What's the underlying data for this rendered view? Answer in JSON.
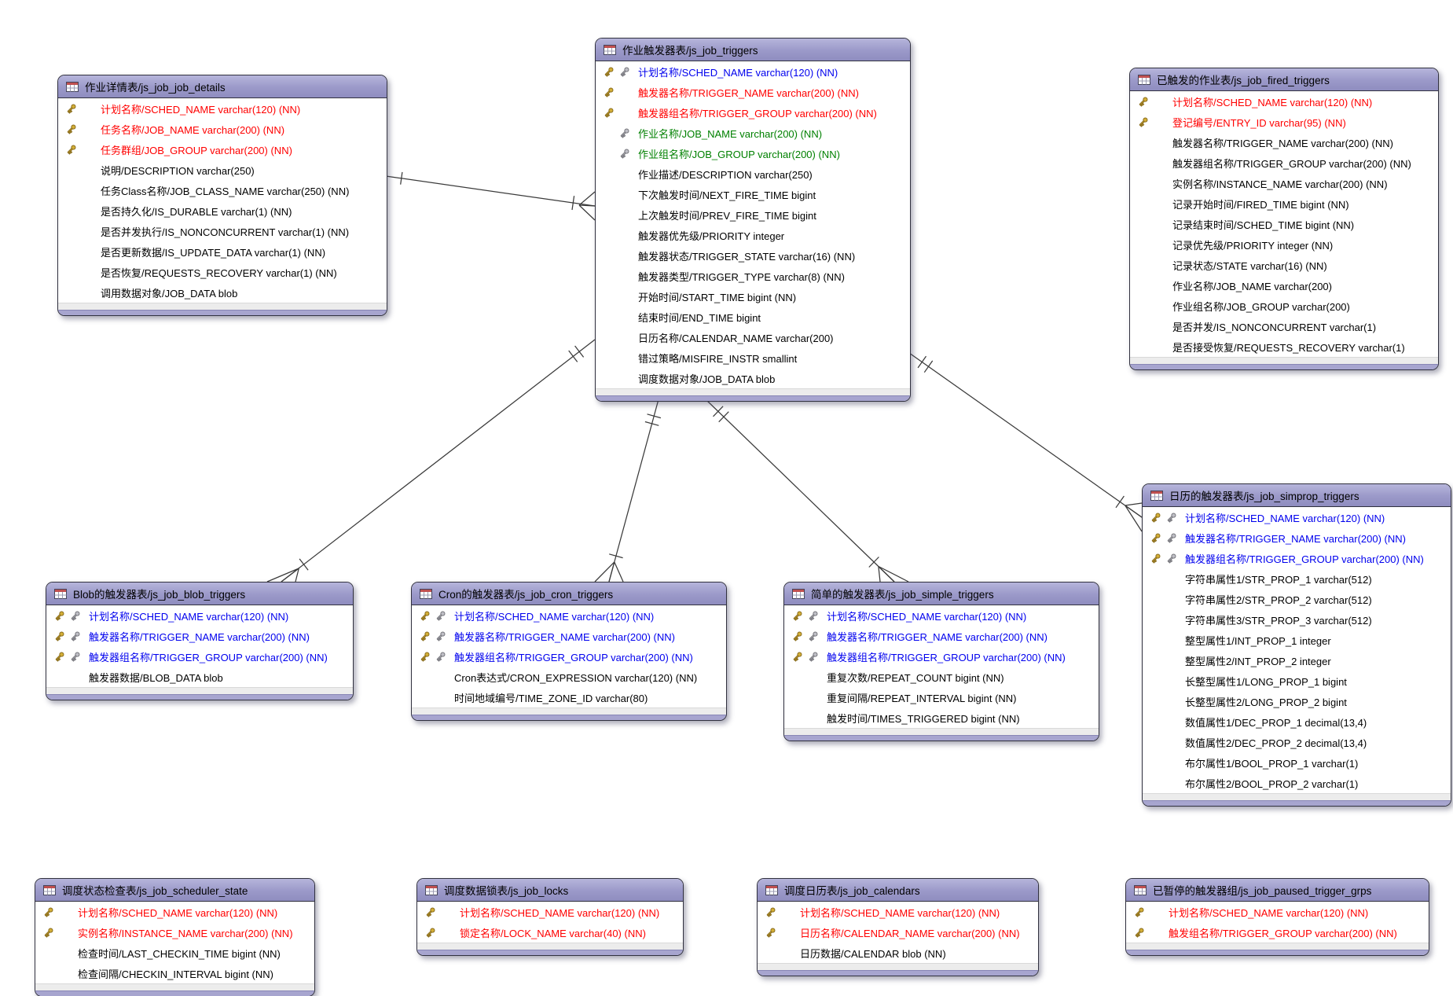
{
  "diagram": {
    "colors": {
      "primary_key_text": "#ff0000",
      "primary_foreign_key_text": "#0000ee",
      "foreign_key_text": "#008000",
      "regular_text": "#000000",
      "header_background": "#9b99c9",
      "header_highlight": "#b6b5db",
      "header_shadow": "#8f8dbf",
      "footer_strip": "#a7a5cf",
      "gold_key": "#d4af37",
      "silver_key": "#bfbfc6"
    },
    "tables": [
      {
        "id": "job_details",
        "title": "作业详情表/js_job_job_details",
        "fields": [
          {
            "text": "计划名称/SCHED_NAME varchar(120) (NN)",
            "color": "pk",
            "keys": [
              "pk"
            ]
          },
          {
            "text": "任务名称/JOB_NAME varchar(200) (NN)",
            "color": "pk",
            "keys": [
              "pk"
            ]
          },
          {
            "text": "任务群组/JOB_GROUP varchar(200) (NN)",
            "color": "pk",
            "keys": [
              "pk"
            ]
          },
          {
            "text": "说明/DESCRIPTION varchar(250)",
            "color": "none",
            "keys": []
          },
          {
            "text": "任务Class名称/JOB_CLASS_NAME varchar(250) (NN)",
            "color": "none",
            "keys": []
          },
          {
            "text": "是否持久化/IS_DURABLE varchar(1) (NN)",
            "color": "none",
            "keys": []
          },
          {
            "text": "是否并发执行/IS_NONCONCURRENT varchar(1) (NN)",
            "color": "none",
            "keys": []
          },
          {
            "text": "是否更新数据/IS_UPDATE_DATA varchar(1) (NN)",
            "color": "none",
            "keys": []
          },
          {
            "text": "是否恢复/REQUESTS_RECOVERY varchar(1) (NN)",
            "color": "none",
            "keys": []
          },
          {
            "text": "调用数据对象/JOB_DATA blob",
            "color": "none",
            "keys": []
          }
        ]
      },
      {
        "id": "triggers",
        "title": "作业触发器表/js_job_triggers",
        "fields": [
          {
            "text": "计划名称/SCHED_NAME varchar(120) (NN)",
            "color": "pkfk",
            "keys": [
              "pk",
              "fk"
            ]
          },
          {
            "text": "触发器名称/TRIGGER_NAME varchar(200) (NN)",
            "color": "pk",
            "keys": [
              "pk"
            ]
          },
          {
            "text": "触发器组名称/TRIGGER_GROUP varchar(200) (NN)",
            "color": "pk",
            "keys": [
              "pk"
            ]
          },
          {
            "text": "作业名称/JOB_NAME varchar(200) (NN)",
            "color": "fk",
            "keys": [
              "fk"
            ]
          },
          {
            "text": "作业组名称/JOB_GROUP varchar(200) (NN)",
            "color": "fk",
            "keys": [
              "fk"
            ]
          },
          {
            "text": "作业描述/DESCRIPTION varchar(250)",
            "color": "none",
            "keys": []
          },
          {
            "text": "下次触发时间/NEXT_FIRE_TIME bigint",
            "color": "none",
            "keys": []
          },
          {
            "text": "上次触发时间/PREV_FIRE_TIME bigint",
            "color": "none",
            "keys": []
          },
          {
            "text": "触发器优先级/PRIORITY integer",
            "color": "none",
            "keys": []
          },
          {
            "text": "触发器状态/TRIGGER_STATE varchar(16) (NN)",
            "color": "none",
            "keys": []
          },
          {
            "text": "触发器类型/TRIGGER_TYPE varchar(8) (NN)",
            "color": "none",
            "keys": []
          },
          {
            "text": "开始时间/START_TIME bigint (NN)",
            "color": "none",
            "keys": []
          },
          {
            "text": "结束时间/END_TIME bigint",
            "color": "none",
            "keys": []
          },
          {
            "text": "日历名称/CALENDAR_NAME varchar(200)",
            "color": "none",
            "keys": []
          },
          {
            "text": "错过策略/MISFIRE_INSTR smallint",
            "color": "none",
            "keys": []
          },
          {
            "text": "调度数据对象/JOB_DATA blob",
            "color": "none",
            "keys": []
          }
        ]
      },
      {
        "id": "fired_triggers",
        "title": "已触发的作业表/js_job_fired_triggers",
        "fields": [
          {
            "text": "计划名称/SCHED_NAME varchar(120) (NN)",
            "color": "pk",
            "keys": [
              "pk"
            ]
          },
          {
            "text": "登记编号/ENTRY_ID varchar(95) (NN)",
            "color": "pk",
            "keys": [
              "pk"
            ]
          },
          {
            "text": "触发器名称/TRIGGER_NAME varchar(200) (NN)",
            "color": "none",
            "keys": []
          },
          {
            "text": "触发器组名称/TRIGGER_GROUP varchar(200) (NN)",
            "color": "none",
            "keys": []
          },
          {
            "text": "实例名称/INSTANCE_NAME varchar(200) (NN)",
            "color": "none",
            "keys": []
          },
          {
            "text": "记录开始时间/FIRED_TIME bigint (NN)",
            "color": "none",
            "keys": []
          },
          {
            "text": "记录结束时间/SCHED_TIME bigint (NN)",
            "color": "none",
            "keys": []
          },
          {
            "text": "记录优先级/PRIORITY integer (NN)",
            "color": "none",
            "keys": []
          },
          {
            "text": "记录状态/STATE varchar(16) (NN)",
            "color": "none",
            "keys": []
          },
          {
            "text": "作业名称/JOB_NAME varchar(200)",
            "color": "none",
            "keys": []
          },
          {
            "text": "作业组名称/JOB_GROUP varchar(200)",
            "color": "none",
            "keys": []
          },
          {
            "text": "是否并发/IS_NONCONCURRENT varchar(1)",
            "color": "none",
            "keys": []
          },
          {
            "text": "是否接受恢复/REQUESTS_RECOVERY varchar(1)",
            "color": "none",
            "keys": []
          }
        ]
      },
      {
        "id": "blob_triggers",
        "title": "Blob的触发器表/js_job_blob_triggers",
        "fields": [
          {
            "text": "计划名称/SCHED_NAME varchar(120) (NN)",
            "color": "pkfk",
            "keys": [
              "pk",
              "fk"
            ]
          },
          {
            "text": "触发器名称/TRIGGER_NAME varchar(200) (NN)",
            "color": "pkfk",
            "keys": [
              "pk",
              "fk"
            ]
          },
          {
            "text": "触发器组名称/TRIGGER_GROUP varchar(200) (NN)",
            "color": "pkfk",
            "keys": [
              "pk",
              "fk"
            ]
          },
          {
            "text": "触发器数据/BLOB_DATA blob",
            "color": "none",
            "keys": []
          }
        ]
      },
      {
        "id": "cron_triggers",
        "title": "Cron的触发器表/js_job_cron_triggers",
        "fields": [
          {
            "text": "计划名称/SCHED_NAME varchar(120) (NN)",
            "color": "pkfk",
            "keys": [
              "pk",
              "fk"
            ]
          },
          {
            "text": "触发器名称/TRIGGER_NAME varchar(200) (NN)",
            "color": "pkfk",
            "keys": [
              "pk",
              "fk"
            ]
          },
          {
            "text": "触发器组名称/TRIGGER_GROUP varchar(200) (NN)",
            "color": "pkfk",
            "keys": [
              "pk",
              "fk"
            ]
          },
          {
            "text": "Cron表达式/CRON_EXPRESSION varchar(120) (NN)",
            "color": "none",
            "keys": []
          },
          {
            "text": "时间地域编号/TIME_ZONE_ID varchar(80)",
            "color": "none",
            "keys": []
          }
        ]
      },
      {
        "id": "simple_triggers",
        "title": "简单的触发器表/js_job_simple_triggers",
        "fields": [
          {
            "text": "计划名称/SCHED_NAME varchar(120) (NN)",
            "color": "pkfk",
            "keys": [
              "pk",
              "fk"
            ]
          },
          {
            "text": "触发器名称/TRIGGER_NAME varchar(200) (NN)",
            "color": "pkfk",
            "keys": [
              "pk",
              "fk"
            ]
          },
          {
            "text": "触发器组名称/TRIGGER_GROUP varchar(200) (NN)",
            "color": "pkfk",
            "keys": [
              "pk",
              "fk"
            ]
          },
          {
            "text": "重复次数/REPEAT_COUNT bigint (NN)",
            "color": "none",
            "keys": []
          },
          {
            "text": "重复间隔/REPEAT_INTERVAL bigint (NN)",
            "color": "none",
            "keys": []
          },
          {
            "text": "触发时间/TIMES_TRIGGERED bigint (NN)",
            "color": "none",
            "keys": []
          }
        ]
      },
      {
        "id": "simprop_triggers",
        "title": "日历的触发器表/js_job_simprop_triggers",
        "fields": [
          {
            "text": "计划名称/SCHED_NAME varchar(120) (NN)",
            "color": "pkfk",
            "keys": [
              "pk",
              "fk"
            ]
          },
          {
            "text": "触发器名称/TRIGGER_NAME varchar(200) (NN)",
            "color": "pkfk",
            "keys": [
              "pk",
              "fk"
            ]
          },
          {
            "text": "触发器组名称/TRIGGER_GROUP varchar(200) (NN)",
            "color": "pkfk",
            "keys": [
              "pk",
              "fk"
            ]
          },
          {
            "text": "字符串属性1/STR_PROP_1 varchar(512)",
            "color": "none",
            "keys": []
          },
          {
            "text": "字符串属性2/STR_PROP_2 varchar(512)",
            "color": "none",
            "keys": []
          },
          {
            "text": "字符串属性3/STR_PROP_3 varchar(512)",
            "color": "none",
            "keys": []
          },
          {
            "text": "整型属性1/INT_PROP_1 integer",
            "color": "none",
            "keys": []
          },
          {
            "text": "整型属性2/INT_PROP_2 integer",
            "color": "none",
            "keys": []
          },
          {
            "text": "长整型属性1/LONG_PROP_1 bigint",
            "color": "none",
            "keys": []
          },
          {
            "text": "长整型属性2/LONG_PROP_2 bigint",
            "color": "none",
            "keys": []
          },
          {
            "text": "数值属性1/DEC_PROP_1 decimal(13,4)",
            "color": "none",
            "keys": []
          },
          {
            "text": "数值属性2/DEC_PROP_2 decimal(13,4)",
            "color": "none",
            "keys": []
          },
          {
            "text": "布尔属性1/BOOL_PROP_1 varchar(1)",
            "color": "none",
            "keys": []
          },
          {
            "text": "布尔属性2/BOOL_PROP_2 varchar(1)",
            "color": "none",
            "keys": []
          }
        ]
      },
      {
        "id": "scheduler_state",
        "title": "调度状态检查表/js_job_scheduler_state",
        "fields": [
          {
            "text": "计划名称/SCHED_NAME varchar(120) (NN)",
            "color": "pk",
            "keys": [
              "pk"
            ]
          },
          {
            "text": "实例名称/INSTANCE_NAME varchar(200) (NN)",
            "color": "pk",
            "keys": [
              "pk"
            ]
          },
          {
            "text": "检查时间/LAST_CHECKIN_TIME bigint (NN)",
            "color": "none",
            "keys": []
          },
          {
            "text": "检查间隔/CHECKIN_INTERVAL bigint (NN)",
            "color": "none",
            "keys": []
          }
        ]
      },
      {
        "id": "locks",
        "title": "调度数据锁表/js_job_locks",
        "fields": [
          {
            "text": "计划名称/SCHED_NAME varchar(120) (NN)",
            "color": "pk",
            "keys": [
              "pk"
            ]
          },
          {
            "text": "锁定名称/LOCK_NAME varchar(40) (NN)",
            "color": "pk",
            "keys": [
              "pk"
            ]
          }
        ]
      },
      {
        "id": "calendars",
        "title": "调度日历表/js_job_calendars",
        "fields": [
          {
            "text": "计划名称/SCHED_NAME varchar(120) (NN)",
            "color": "pk",
            "keys": [
              "pk"
            ]
          },
          {
            "text": "日历名称/CALENDAR_NAME varchar(200) (NN)",
            "color": "pk",
            "keys": [
              "pk"
            ]
          },
          {
            "text": "日历数据/CALENDAR blob (NN)",
            "color": "none",
            "keys": []
          }
        ]
      },
      {
        "id": "paused_trigger_grps",
        "title": "已暂停的触发器组/js_job_paused_trigger_grps",
        "fields": [
          {
            "text": "计划名称/SCHED_NAME varchar(120) (NN)",
            "color": "pk",
            "keys": [
              "pk"
            ]
          },
          {
            "text": "触发组名称/TRIGGER_GROUP varchar(200) (NN)",
            "color": "pk",
            "keys": [
              "pk"
            ]
          }
        ]
      }
    ]
  }
}
